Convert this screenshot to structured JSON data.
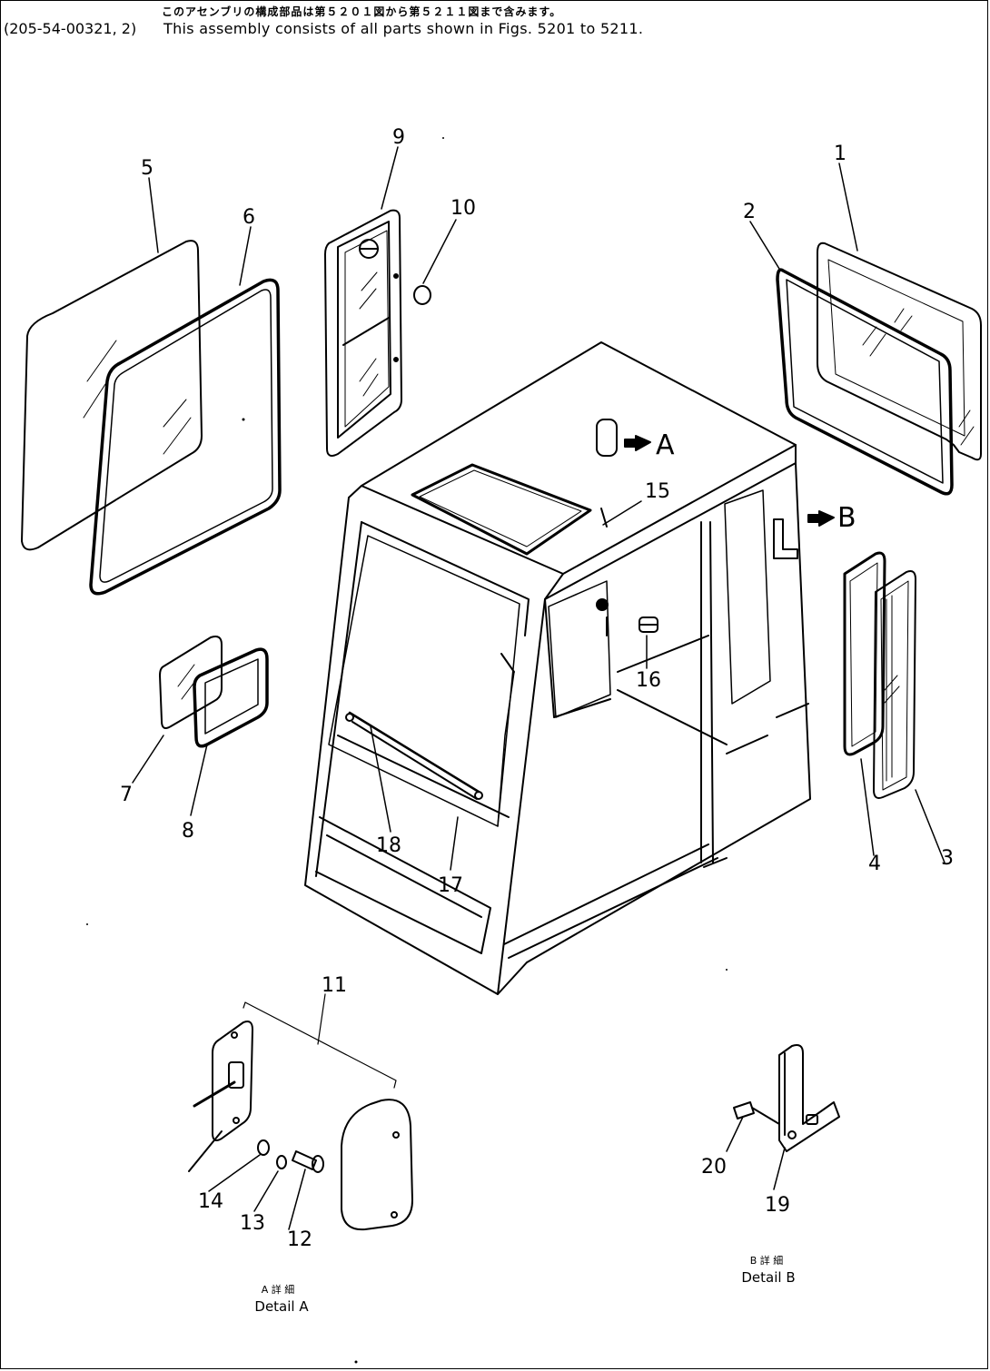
{
  "header": {
    "japanese_note": "このアセンブリの構成部品は第５２０１図から第５２１１図まで含みます。",
    "part_code": "(205-54-00321, 2)",
    "english_note": "This assembly consists of all parts shown in Figs. 5201 to 5211."
  },
  "callouts": [
    "1",
    "2",
    "3",
    "4",
    "5",
    "6",
    "7",
    "8",
    "9",
    "10",
    "11",
    "12",
    "13",
    "14",
    "15",
    "16",
    "17",
    "18",
    "19",
    "20"
  ],
  "view_markers": {
    "a": "A",
    "b": "B"
  },
  "details": {
    "a": {
      "jp": "A 詳 細",
      "en": "Detail A"
    },
    "b": {
      "jp": "B 詳 細",
      "en": "Detail B"
    }
  }
}
